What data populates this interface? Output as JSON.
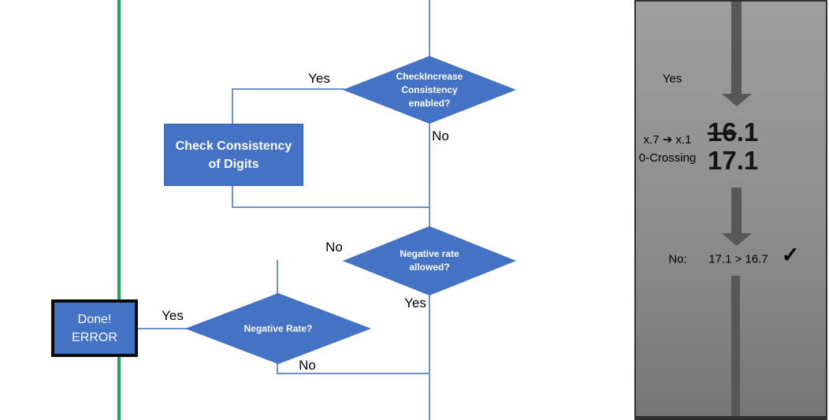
{
  "colors": {
    "shape_blue": "#4472C4",
    "connector_blue": "#7090CC",
    "green_line": "#22A45C",
    "panel_gray_top": "#9E9E9E",
    "panel_gray_bottom": "#767676",
    "panel_border": "#303030",
    "arrow_gray": "#575757"
  },
  "flowchart": {
    "decision_top": {
      "line1": "CheckIncrease",
      "line2": "Consistency",
      "line3": "enabled?"
    },
    "process_box": {
      "line1": "Check Consistency",
      "line2": "of Digits"
    },
    "decision_mid": {
      "line1": "Negative rate",
      "line2": "allowed?"
    },
    "decision_bottom": {
      "line1": "Negative Rate?"
    },
    "terminal_box": {
      "line1": "Done!",
      "line2": "ERROR"
    },
    "labels": {
      "top_yes": "Yes",
      "top_no": "No",
      "mid_no": "No",
      "mid_yes": "Yes",
      "bottom_yes": "Yes",
      "bottom_no": "No"
    }
  },
  "panel": {
    "yes_label": "Yes",
    "mapping_line1": "x.7 ➔ x.1",
    "mapping_line2": "0-Crossing",
    "old_value_struck": "16",
    "old_value_suffix": ".1",
    "new_value": "17.1",
    "result_label": "No:",
    "result_comparison": "17.1 > 16.7",
    "checkmark": "✓"
  }
}
